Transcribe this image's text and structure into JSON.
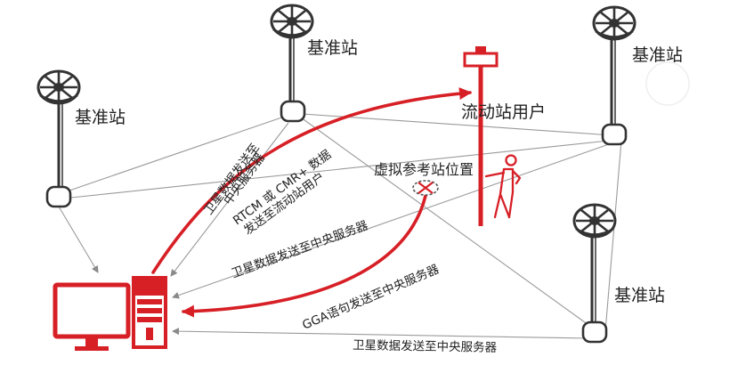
{
  "stations": {
    "base_station_1": "基准站",
    "base_station_2": "基准站",
    "base_station_3": "基准站",
    "base_station_4": "基准站"
  },
  "rover": {
    "label": "流动站用户"
  },
  "virtual_station": {
    "label": "虚拟参考站位置"
  },
  "annotations": {
    "sat_to_server_1": "卫星数据发送至",
    "sat_to_server_1b": "中央服务器",
    "rtcm_line1": "RTCM 或 CMR+ 数据",
    "rtcm_line2": "发送至流动站用户",
    "sat_to_server_2": "卫星数据发送至中央服务器",
    "gga_to_server": "GGA语句发送至中央服务器",
    "sat_to_server_3": "卫星数据发送至中央服务器"
  },
  "colors": {
    "accent_red": "#d71f26",
    "antenna_dark": "#333333",
    "line_gray": "#9a9a9a"
  }
}
